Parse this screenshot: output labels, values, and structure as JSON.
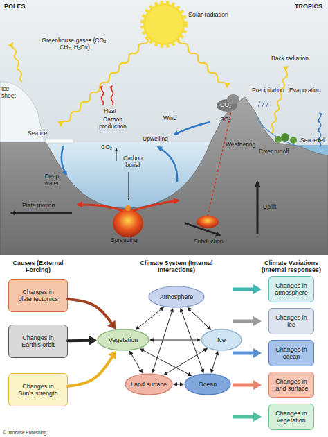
{
  "diagram": {
    "nodes": [
      {
        "text": [
          "Changes in plate tectonics"
        ]
      },
      {
        "text": [
          "Changes in Earth's orbit"
        ]
      },
      {
        "text": [
          "Changes in Sun's strength"
        ]
      },
      {
        "text": [
          "Atmosphere"
        ]
      },
      {
        "text": [
          "Vegetation"
        ]
      },
      {
        "text": [
          "Ice"
        ]
      },
      {
        "text": [
          "Land surface"
        ]
      },
      {
        "text": [
          "Ocean"
        ]
      },
      {
        "text": [
          "Changes in atmosphere"
        ]
      },
      {
        "text": [
          "Changes in ice"
        ]
      },
      {
        "text": [
          "Changes in ocean"
        ]
      },
      {
        "text": [
          "Changes in land surface"
        ]
      },
      {
        "text": [
          "Changes in vegetation"
        ]
      }
    ],
    "edges": [
      {
        "from": 0,
        "to": 4,
        "arrow": "to"
      },
      {
        "from": 1,
        "to": 4,
        "arrow": "to"
      },
      {
        "from": 2,
        "to": 4,
        "arrow": "to"
      },
      {
        "from": 3,
        "to": 4,
        "arrow": "both"
      },
      {
        "from": 3,
        "to": 5,
        "arrow": "both"
      },
      {
        "from": 3,
        "to": 6,
        "arrow": "both"
      },
      {
        "from": 3,
        "to": 7,
        "arrow": "both"
      },
      {
        "from": 4,
        "to": 5,
        "arrow": "both"
      },
      {
        "from": 4,
        "to": 6,
        "arrow": "both"
      },
      {
        "from": 4,
        "to": 7,
        "arrow": "both"
      },
      {
        "from": 5,
        "to": 6,
        "arrow": "both"
      },
      {
        "from": 5,
        "to": 7,
        "arrow": "both"
      },
      {
        "from": 6,
        "to": 7,
        "arrow": "both"
      }
    ],
    "labels": [
      "POLES",
      "TROPICS",
      "Solar radiation",
      "Greenhouse gases (CO₂, CH₄, H₂Ov)",
      "Back radiation",
      "Ice sheet",
      "Precipitation",
      "Evaporation",
      "CO₂",
      "SO₂",
      "Heat",
      "Wind",
      "Sea ice",
      "Carbon production",
      "Weathering",
      "River runoff",
      "Sea level",
      "Upwelling",
      "CO₂",
      "Carbon burial",
      "Deep water",
      "Plate motion",
      "Uplift",
      "Spreading",
      "Subduction",
      "Causes (External Forcing)",
      "Climate System (Internal Interactions)",
      "Climate Variations (Internal responses)",
      "© Infobase Publishing"
    ]
  }
}
